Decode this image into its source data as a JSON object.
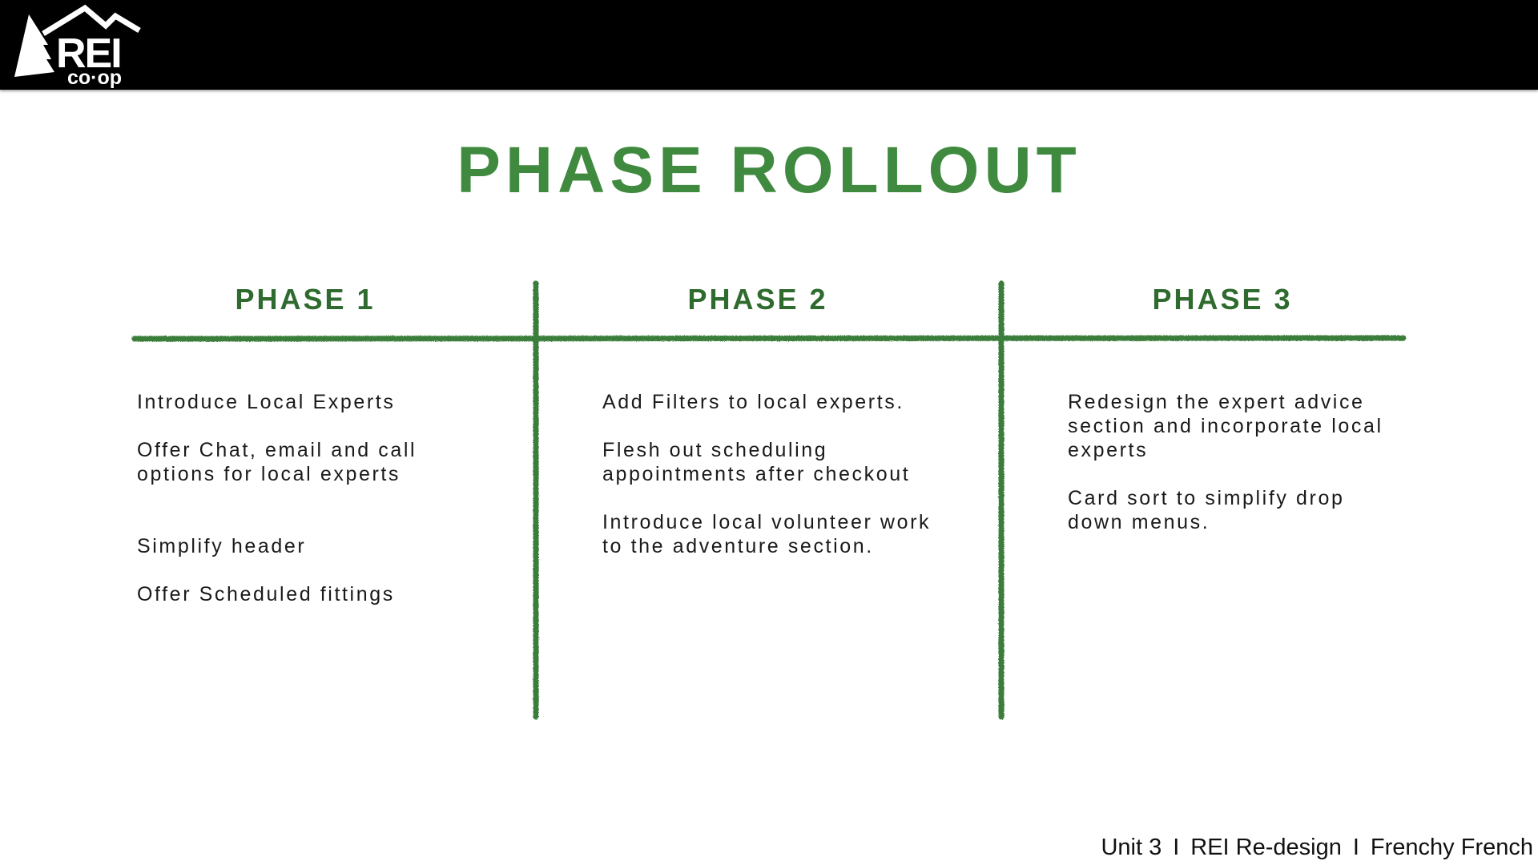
{
  "brand": {
    "logo_text": "REI",
    "logo_subtext": "co·op"
  },
  "title": "PHASE ROLLOUT",
  "phases": [
    {
      "heading": "PHASE 1",
      "items": [
        "Introduce Local Experts",
        "Offer Chat, email and call\noptions for local experts",
        "Simplify header",
        "Offer Scheduled fittings"
      ]
    },
    {
      "heading": "PHASE 2",
      "items": [
        "Add Filters to local experts.",
        "Flesh out scheduling\nappointments after checkout",
        "Introduce local volunteer work\nto the adventure section."
      ]
    },
    {
      "heading": "PHASE 3",
      "items": [
        "Redesign the expert advice\nsection and incorporate local\nexperts",
        "Card sort to simplify drop\ndown menus."
      ]
    }
  ],
  "footer": {
    "unit": "Unit 3",
    "separator": "I",
    "project": "REI Re-design",
    "author": "Frenchy French"
  },
  "colors": {
    "title_green": "#3f8a3f",
    "heading_green": "#2f6b2f",
    "rule_green": "#3a7d3a",
    "bar_black": "#000000"
  }
}
